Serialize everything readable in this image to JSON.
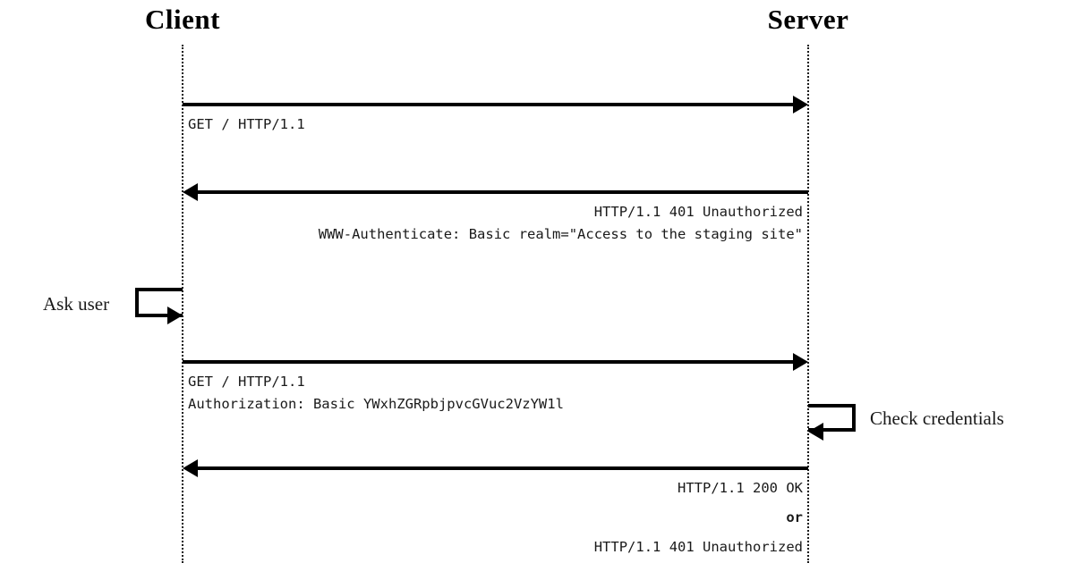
{
  "diagram": {
    "title_client": "Client",
    "title_server": "Server",
    "messages": [
      {
        "id": "req-1",
        "direction": "client-to-server",
        "lines": [
          "GET / HTTP/1.1"
        ]
      },
      {
        "id": "res-401",
        "direction": "server-to-client",
        "lines": [
          "HTTP/1.1 401 Unauthorized",
          "WWW-Authenticate: Basic realm=\"Access to the staging site\""
        ]
      },
      {
        "id": "req-2",
        "direction": "client-to-server",
        "lines": [
          "GET / HTTP/1.1",
          "Authorization: Basic YWxhZGRpbjpvcGVuc2VzYW1l"
        ]
      },
      {
        "id": "res-final",
        "direction": "server-to-client",
        "lines": [
          "HTTP/1.1 200 OK",
          "or",
          "HTTP/1.1 401 Unauthorized"
        ]
      }
    ],
    "notes": [
      {
        "id": "ask-user",
        "label": "Ask user",
        "side": "client"
      },
      {
        "id": "check-credentials",
        "label": "Check credentials",
        "side": "server"
      }
    ],
    "text": {
      "req1_line1": "GET / HTTP/1.1",
      "res401_line1": "HTTP/1.1 401 Unauthorized",
      "res401_line2": "WWW-Authenticate: Basic realm=\"Access to the staging site\"",
      "req2_line1": "GET / HTTP/1.1",
      "req2_line2": "Authorization: Basic YWxhZGRpbjpvcGVuc2VzYW1l",
      "resfinal_line1": "HTTP/1.1 200 OK",
      "resfinal_or": "or",
      "resfinal_line3": "HTTP/1.1 401 Unauthorized",
      "note_ask_user": "Ask user",
      "note_check_credentials": "Check credentials"
    },
    "colors": {
      "stroke": "#000000",
      "text": "#1a1a1a",
      "background": "#ffffff"
    }
  }
}
